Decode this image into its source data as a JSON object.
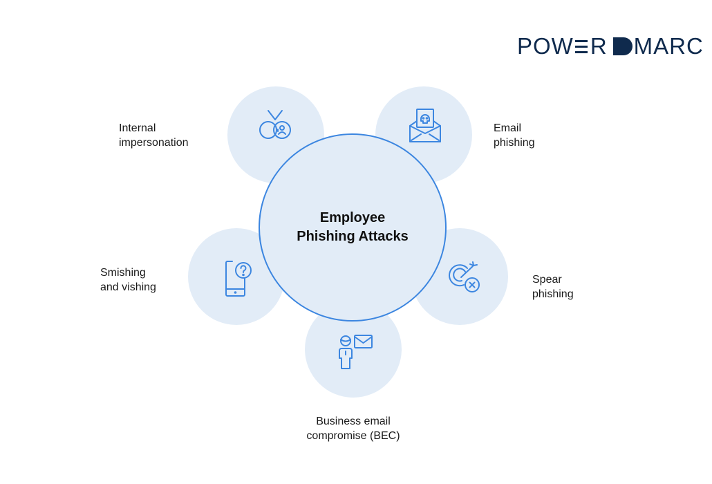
{
  "logo": {
    "part1": "POW",
    "part2": "R",
    "part3": "MARC",
    "full_text": "POWERDMARC",
    "color": "#0f2a4d"
  },
  "center": {
    "line1": "Employee",
    "line2": "Phishing Attacks"
  },
  "colors": {
    "circle_fill": "#e2ecf7",
    "accent": "#3c86e0",
    "text": "#1a1a1a"
  },
  "nodes": [
    {
      "id": "internal",
      "line1": "Internal",
      "line2": "impersonation",
      "icon": "tv-person-icon"
    },
    {
      "id": "email",
      "line1": "Email",
      "line2": "phishing",
      "icon": "envelope-skull-icon"
    },
    {
      "id": "smishing",
      "line1": "Smishing",
      "line2": "and vishing",
      "icon": "phone-question-icon"
    },
    {
      "id": "spear",
      "line1": "Spear",
      "line2": "phishing",
      "icon": "target-arrow-x-icon"
    },
    {
      "id": "bec",
      "line1": "Business email",
      "line2": "compromise (BEC)",
      "icon": "person-envelope-icon"
    }
  ]
}
